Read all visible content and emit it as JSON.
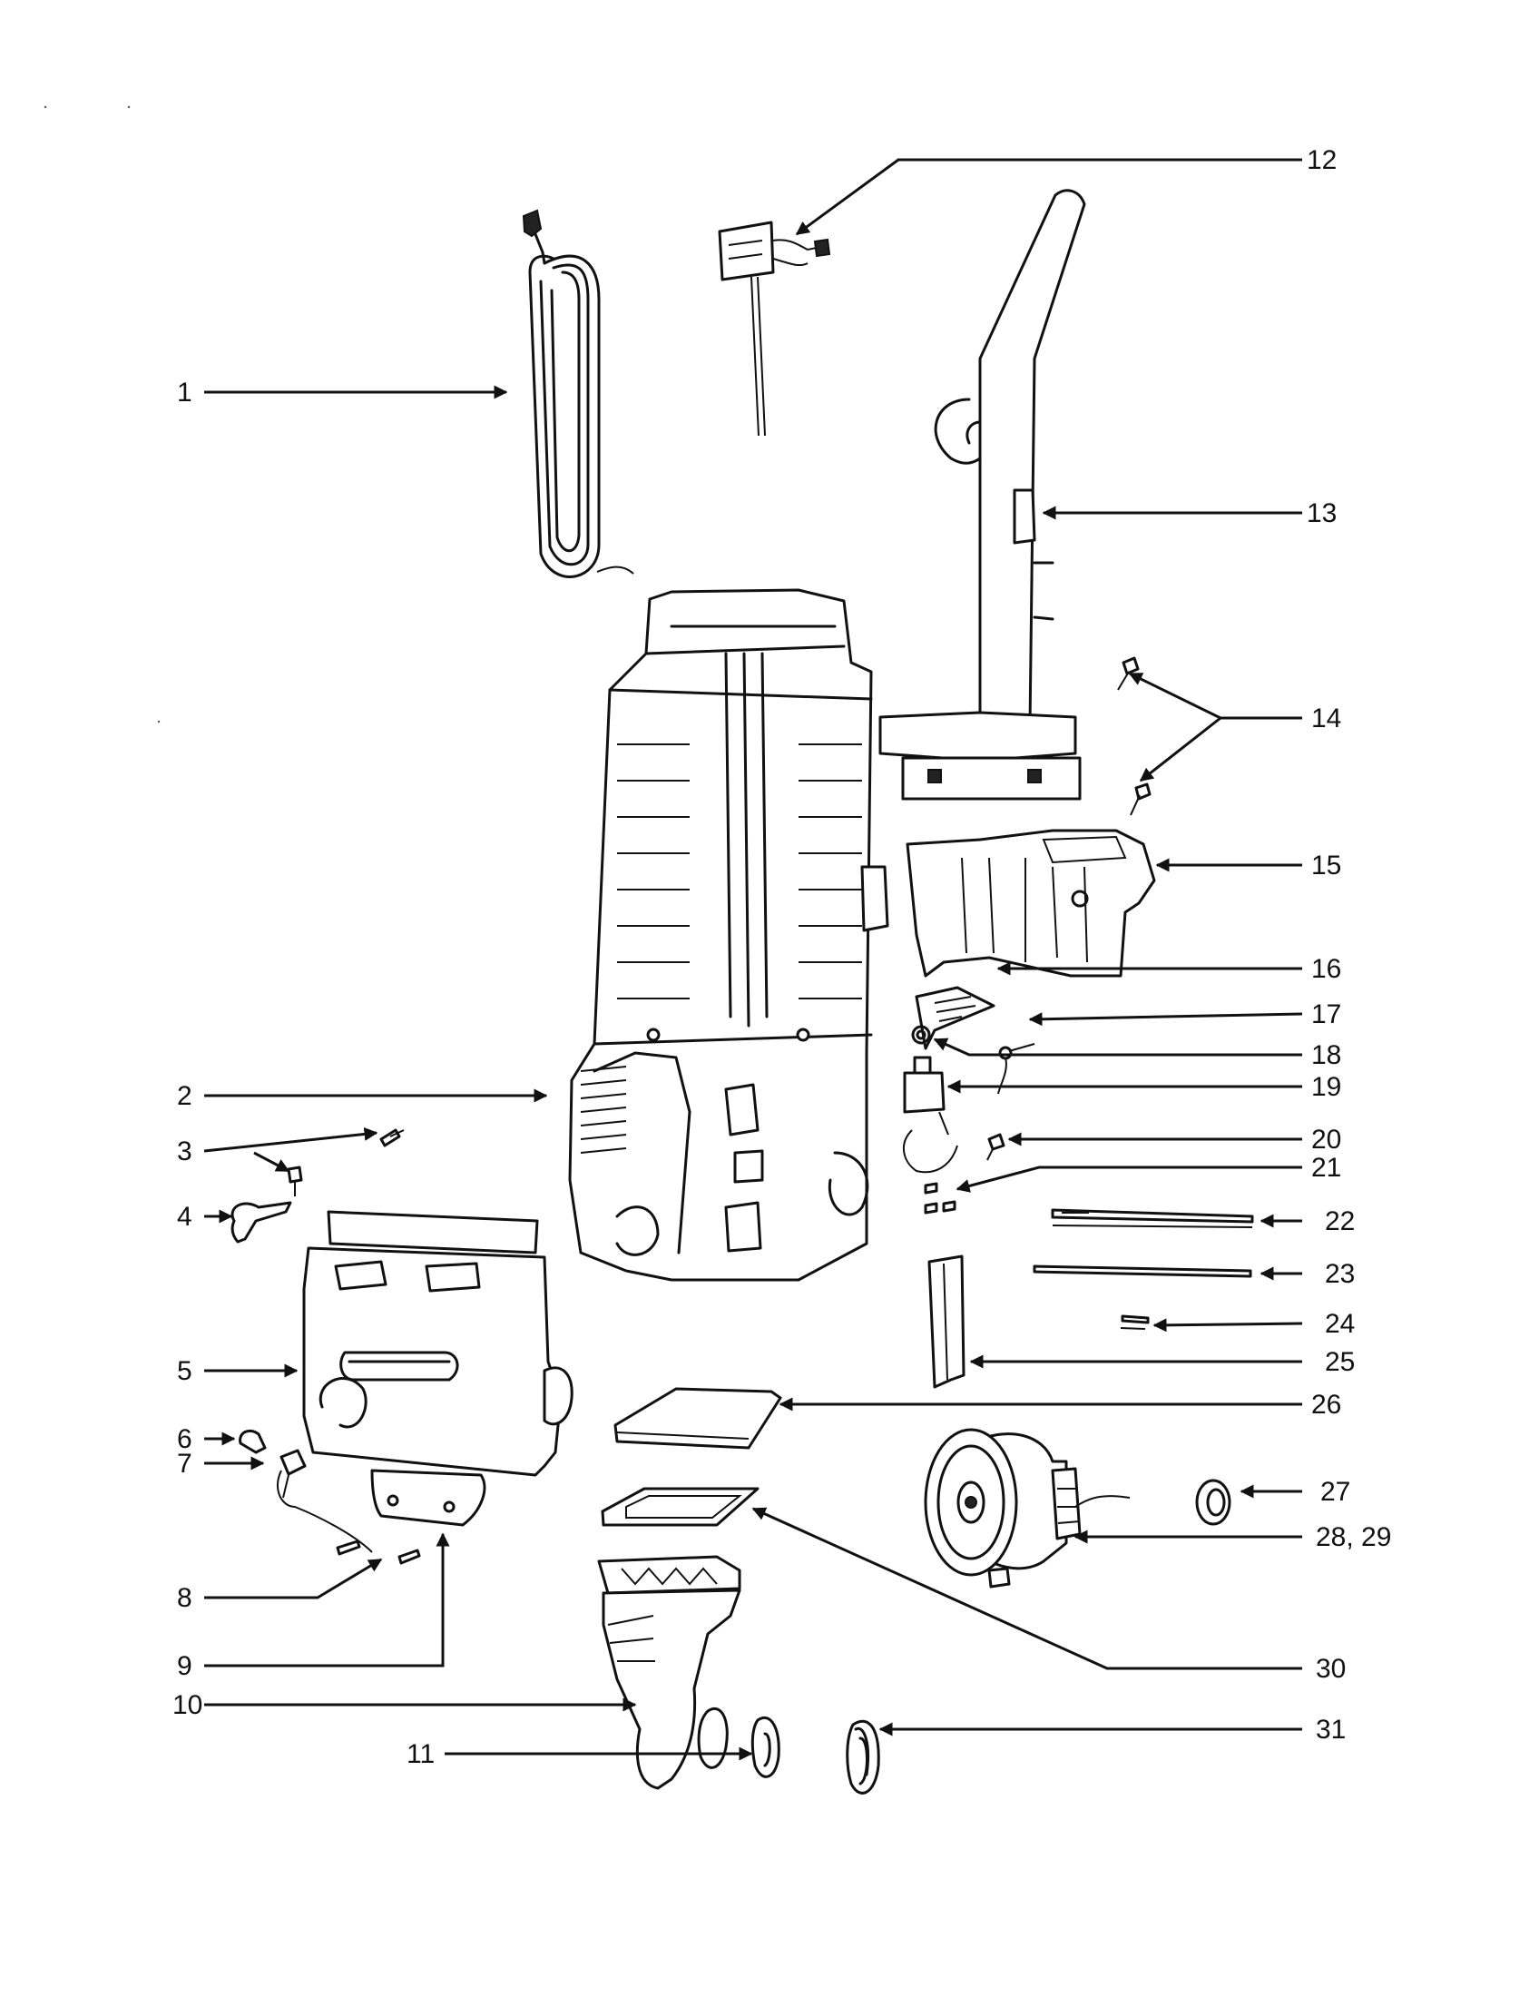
{
  "callouts": [
    {
      "id": "1",
      "label": "1"
    },
    {
      "id": "2",
      "label": "2"
    },
    {
      "id": "3",
      "label": "3"
    },
    {
      "id": "4",
      "label": "4"
    },
    {
      "id": "5",
      "label": "5"
    },
    {
      "id": "6",
      "label": "6"
    },
    {
      "id": "7",
      "label": "7"
    },
    {
      "id": "8",
      "label": "8"
    },
    {
      "id": "9",
      "label": "9"
    },
    {
      "id": "10",
      "label": "10"
    },
    {
      "id": "11",
      "label": "11"
    },
    {
      "id": "12",
      "label": "12"
    },
    {
      "id": "13",
      "label": "13"
    },
    {
      "id": "14",
      "label": "14"
    },
    {
      "id": "15",
      "label": "15"
    },
    {
      "id": "16",
      "label": "16"
    },
    {
      "id": "17",
      "label": "17"
    },
    {
      "id": "18",
      "label": "18"
    },
    {
      "id": "19",
      "label": "19"
    },
    {
      "id": "20",
      "label": "20"
    },
    {
      "id": "21",
      "label": "21"
    },
    {
      "id": "22",
      "label": "22"
    },
    {
      "id": "23",
      "label": "23"
    },
    {
      "id": "24",
      "label": "24"
    },
    {
      "id": "25",
      "label": "25"
    },
    {
      "id": "26",
      "label": "26"
    },
    {
      "id": "27",
      "label": "27"
    },
    {
      "id": "28_29",
      "label": "28, 29"
    },
    {
      "id": "30",
      "label": "30"
    },
    {
      "id": "31",
      "label": "31"
    }
  ]
}
